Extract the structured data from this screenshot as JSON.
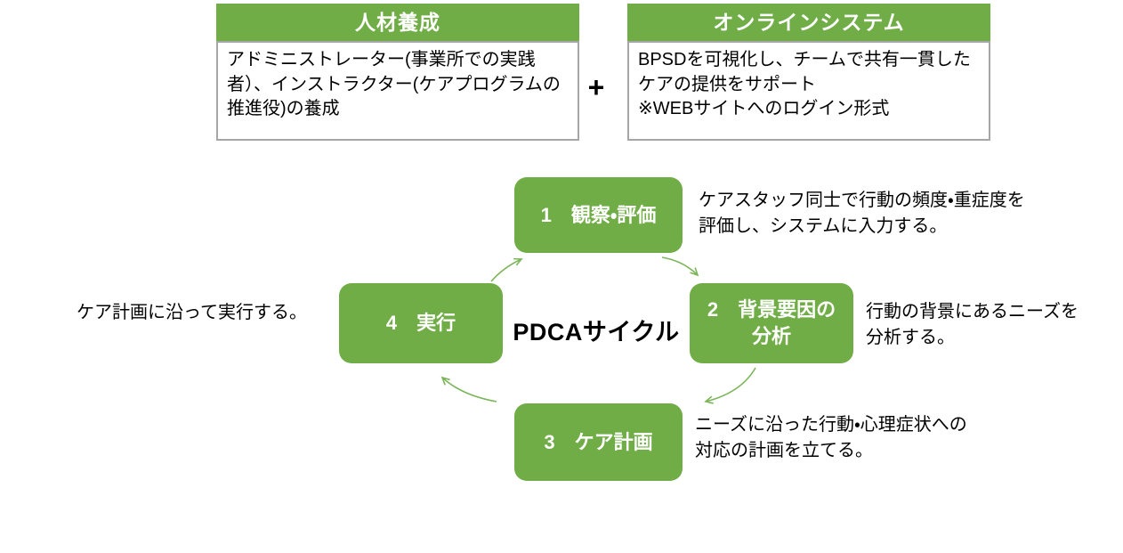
{
  "colors": {
    "box_green": "#70AD47",
    "arrow_green": "#7CB55B",
    "border_gray": "#A6A6A6"
  },
  "top_section": {
    "plus": "+",
    "cards": [
      {
        "header": "人材養成",
        "body": "アドミニストレーター(事業所での実践者）、インストラクター(ケアプログラムの推進役)の養成"
      },
      {
        "header": "オンラインシステム",
        "body": "BPSDを可視化し、チームで共有一貫したケアの提供をサポート\n※WEBサイトへのログイン形式"
      }
    ]
  },
  "cycle": {
    "center_label": "PDCAサイクル",
    "steps": [
      {
        "label": "1　観察・評価",
        "description": "ケアスタッフ同士で行動の頻度・重症度を\n評価し、システムに入力する。"
      },
      {
        "label": "2　背景要因の\n分析",
        "description": "行動の背景にあるニーズを\n分析する。"
      },
      {
        "label": "3　ケア計画",
        "description": "ニーズに沿った行動・心理症状への\n対応の計画を立てる。"
      },
      {
        "label": "4　実行",
        "description": "ケア計画に沿って実行する。"
      }
    ]
  }
}
